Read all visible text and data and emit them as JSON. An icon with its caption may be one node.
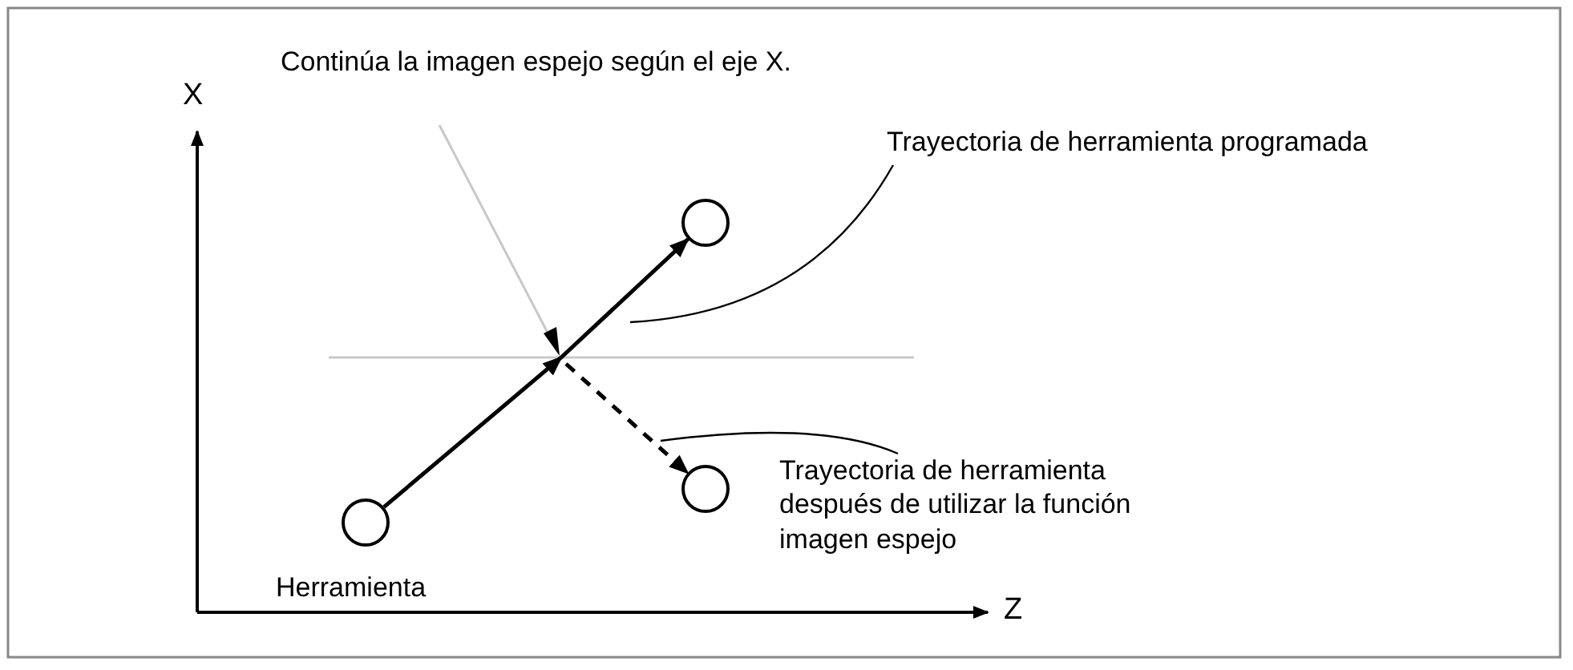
{
  "diagram": {
    "nodes": [
      {
        "text": [
          "Herramienta"
        ]
      },
      {
        "text": [],
        "shape": "circle"
      },
      {
        "text": [],
        "shape": "circle"
      },
      {
        "text": [
          "Trayectoria de herramienta programada"
        ]
      },
      {
        "text": [
          "Trayectoria de herramienta después de utilizar la función imagen espejo"
        ]
      }
    ],
    "edges": [
      {
        "from": 0,
        "to": 1,
        "arrow": "to"
      },
      {
        "from": null,
        "to": 2,
        "arrow": "to",
        "style": "dashed"
      },
      {
        "from": 3,
        "to": null,
        "arrow": "none"
      },
      {
        "from": 4,
        "to": null,
        "arrow": "none"
      }
    ],
    "labels": [
      "Continúa la imagen espejo según el eje X.",
      "X",
      "Z"
    ]
  }
}
